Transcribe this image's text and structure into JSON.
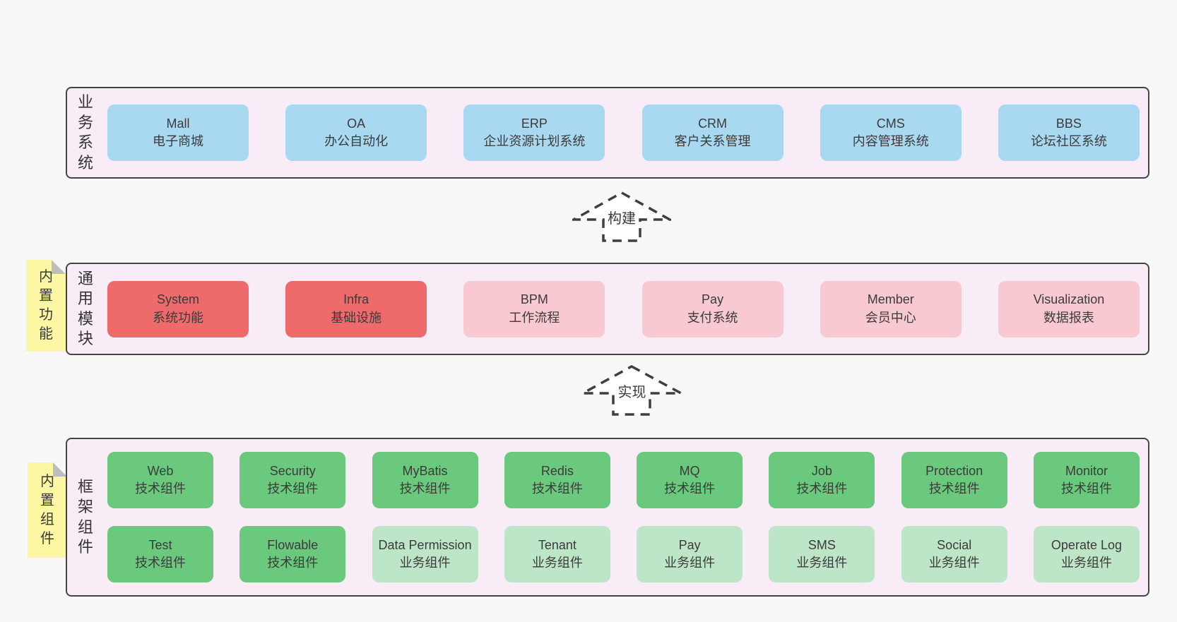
{
  "diagram": {
    "kind": "layered-architecture",
    "colors": {
      "page_background": "#f8f8f8",
      "layer_background": "#f8ecf6",
      "layer_border": "#454545",
      "business_box": "#a9d8f1",
      "core_module_box": "#ef6b6b",
      "optional_module_box": "#f9c9d2",
      "tech_component_box": "#6ac97c",
      "biz_component_box": "#bde5c8",
      "sticky_note": "#fbf7a3",
      "sticky_fold": "#bdbdbd",
      "text": "#3b3b3b",
      "arrow_stroke": "#3f3f3f"
    }
  },
  "layers": [
    {
      "label": "业务系统",
      "sticky": null,
      "rows": [
        [
          {
            "name": "Mall",
            "desc": "电子商城",
            "variant": "blue"
          },
          {
            "name": "OA",
            "desc": "办公自动化",
            "variant": "blue"
          },
          {
            "name": "ERP",
            "desc": "企业资源计划系统",
            "variant": "blue"
          },
          {
            "name": "CRM",
            "desc": "客户关系管理",
            "variant": "blue"
          },
          {
            "name": "CMS",
            "desc": "内容管理系统",
            "variant": "blue"
          },
          {
            "name": "BBS",
            "desc": "论坛社区系统",
            "variant": "blue"
          }
        ]
      ]
    },
    {
      "label": "通用模块",
      "sticky": "内置功能",
      "rows": [
        [
          {
            "name": "System",
            "desc": "系统功能",
            "variant": "red"
          },
          {
            "name": "Infra",
            "desc": "基础设施",
            "variant": "red"
          },
          {
            "name": "BPM",
            "desc": "工作流程",
            "variant": "pink"
          },
          {
            "name": "Pay",
            "desc": "支付系统",
            "variant": "pink"
          },
          {
            "name": "Member",
            "desc": "会员中心",
            "variant": "pink"
          },
          {
            "name": "Visualization",
            "desc": "数据报表",
            "variant": "pink"
          }
        ]
      ]
    },
    {
      "label": "框架组件",
      "sticky": "内置组件",
      "rows": [
        [
          {
            "name": "Web",
            "desc": "技术组件",
            "variant": "green"
          },
          {
            "name": "Security",
            "desc": "技术组件",
            "variant": "green"
          },
          {
            "name": "MyBatis",
            "desc": "技术组件",
            "variant": "green"
          },
          {
            "name": "Redis",
            "desc": "技术组件",
            "variant": "green"
          },
          {
            "name": "MQ",
            "desc": "技术组件",
            "variant": "green"
          },
          {
            "name": "Job",
            "desc": "技术组件",
            "variant": "green"
          },
          {
            "name": "Protection",
            "desc": "技术组件",
            "variant": "green"
          },
          {
            "name": "Monitor",
            "desc": "技术组件",
            "variant": "green"
          }
        ],
        [
          {
            "name": "Test",
            "desc": "技术组件",
            "variant": "green"
          },
          {
            "name": "Flowable",
            "desc": "技术组件",
            "variant": "green"
          },
          {
            "name": "Data Permission",
            "desc": "业务组件",
            "variant": "lightgreen"
          },
          {
            "name": "Tenant",
            "desc": "业务组件",
            "variant": "lightgreen"
          },
          {
            "name": "Pay",
            "desc": "业务组件",
            "variant": "lightgreen"
          },
          {
            "name": "SMS",
            "desc": "业务组件",
            "variant": "lightgreen"
          },
          {
            "name": "Social",
            "desc": "业务组件",
            "variant": "lightgreen"
          },
          {
            "name": "Operate Log",
            "desc": "业务组件",
            "variant": "lightgreen"
          }
        ]
      ]
    }
  ],
  "arrows": [
    {
      "label": "构建"
    },
    {
      "label": "实现"
    }
  ]
}
